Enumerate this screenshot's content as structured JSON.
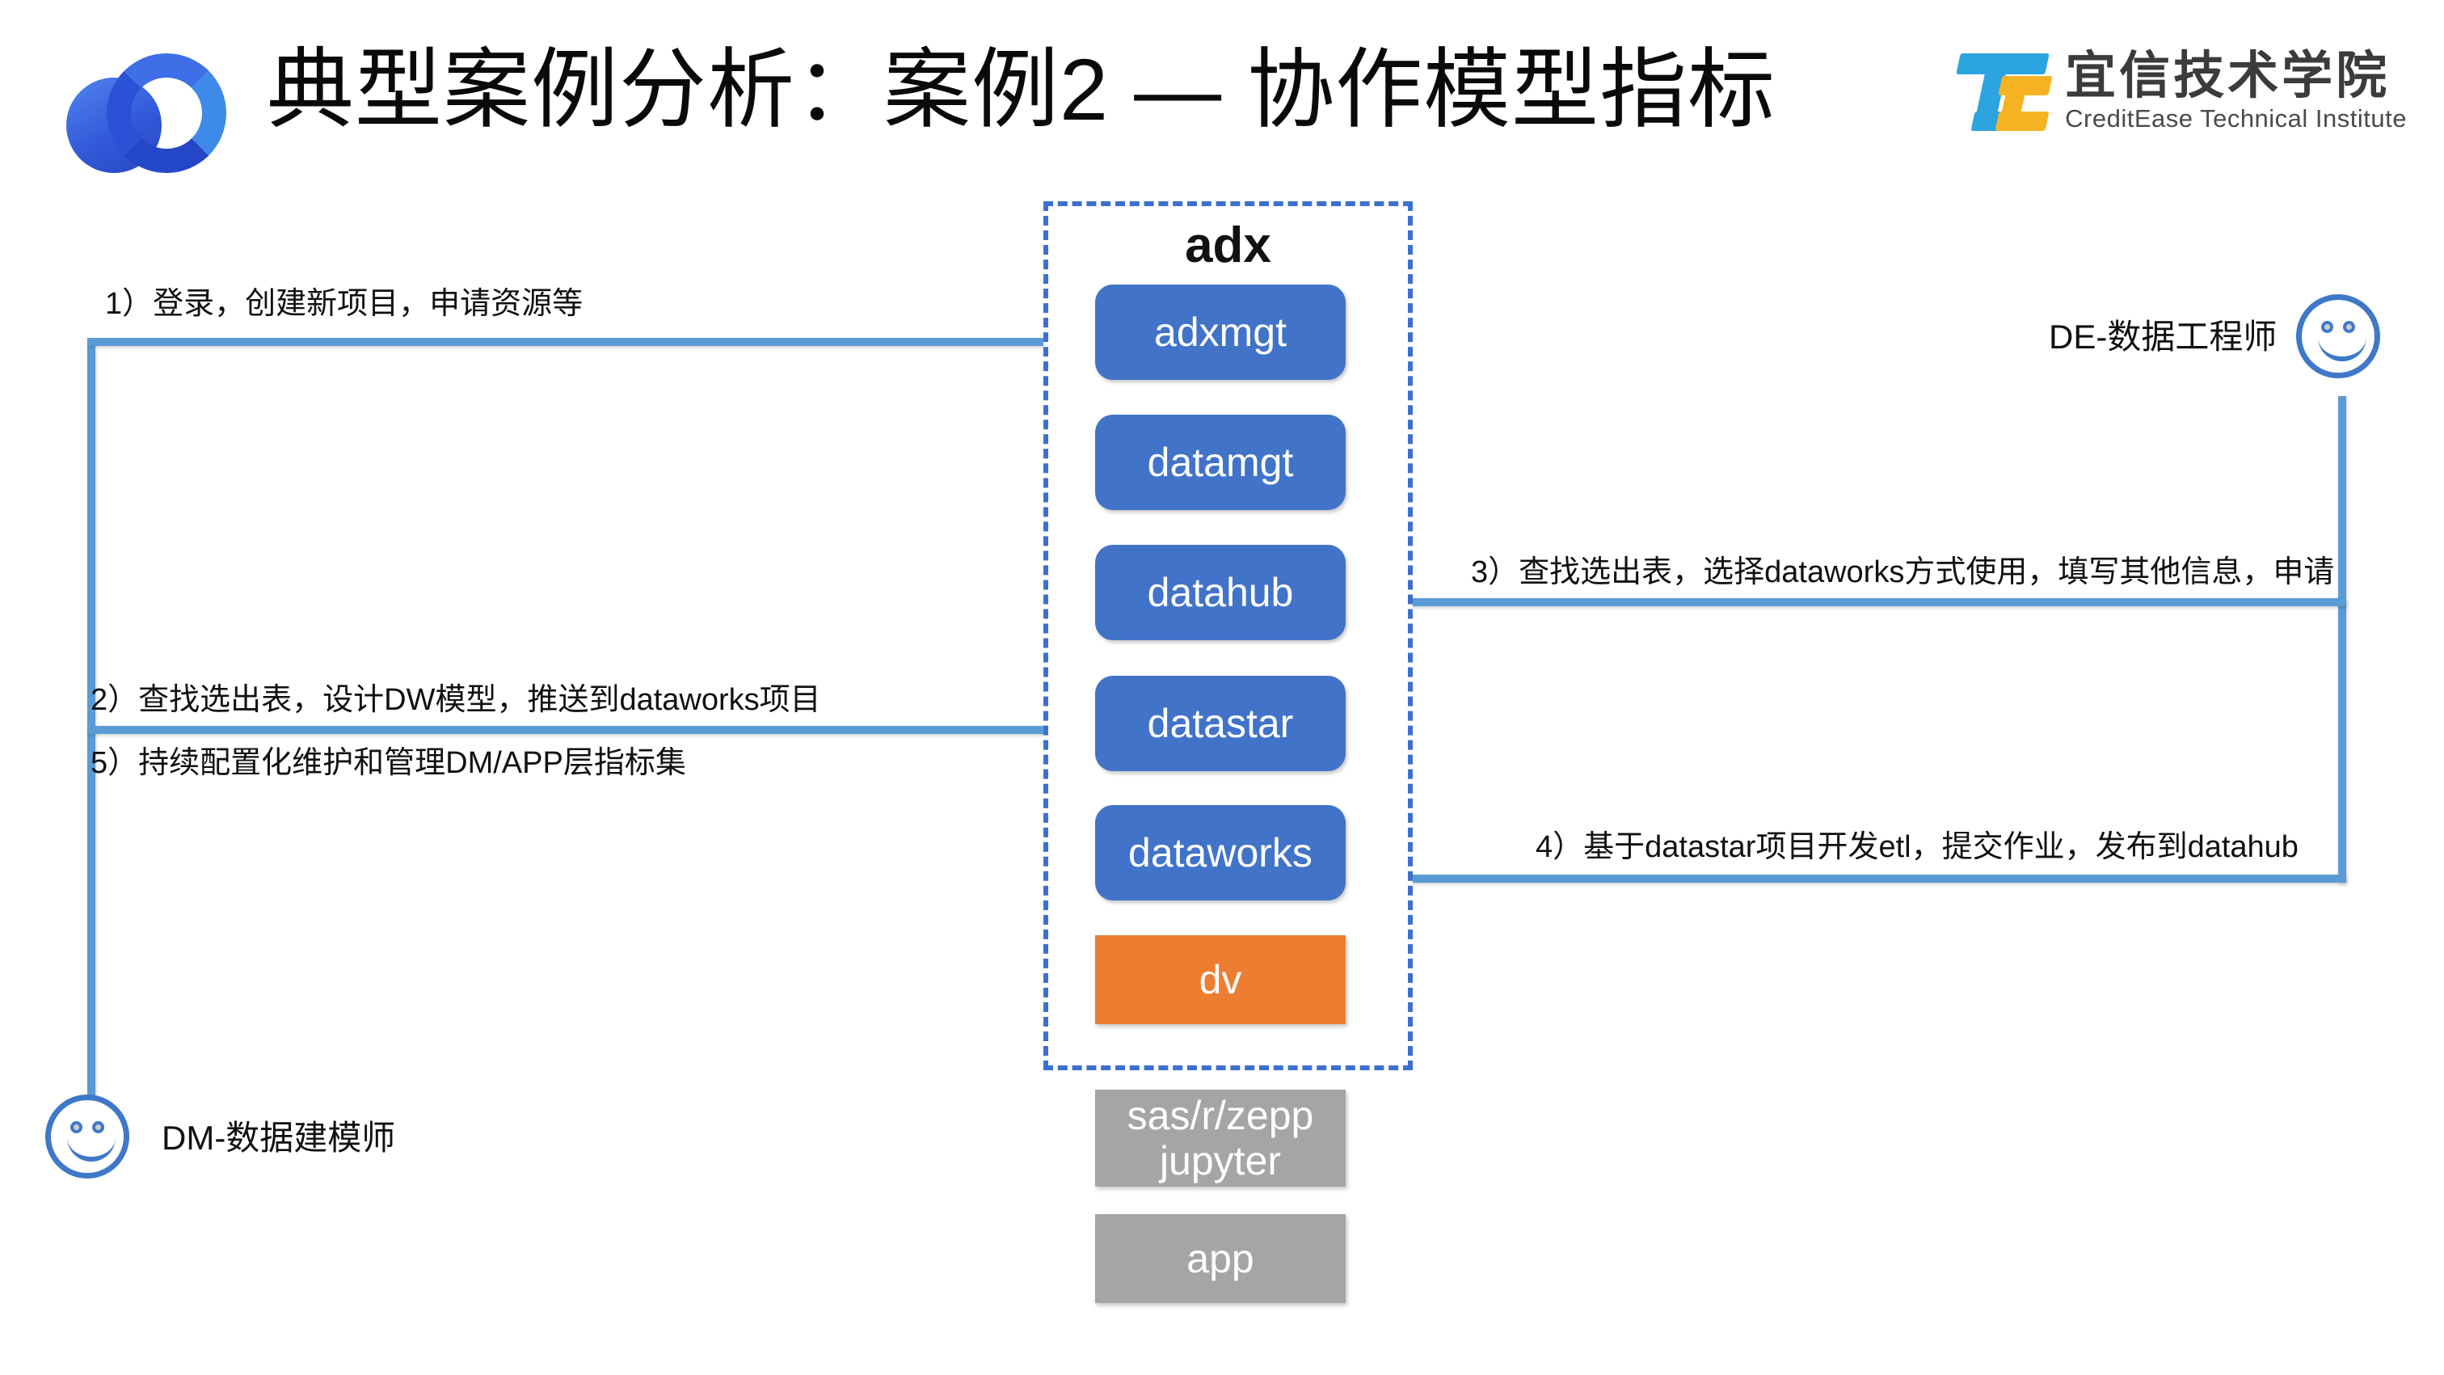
{
  "header": {
    "title": "典型案例分析：案例2 — 协作模型指标",
    "logo_left_icon": "two-overlapping-circles-logo",
    "brand": {
      "mark_icon": "tc-monogram-icon",
      "name_cn": "宜信技术学院",
      "name_en": "CreditEase Technical Institute"
    }
  },
  "diagram": {
    "container": {
      "title": "adx",
      "border_color": "#3d6fd0"
    },
    "nodes": [
      {
        "id": "adxmgt",
        "label": "adxmgt",
        "color": "#4173c8",
        "shape": "rounded",
        "inside_container": true
      },
      {
        "id": "datamgt",
        "label": "datamgt",
        "color": "#4173c8",
        "shape": "rounded",
        "inside_container": true
      },
      {
        "id": "datahub",
        "label": "datahub",
        "color": "#4173c8",
        "shape": "rounded",
        "inside_container": true
      },
      {
        "id": "datastar",
        "label": "datastar",
        "color": "#4173c8",
        "shape": "rounded",
        "inside_container": true
      },
      {
        "id": "dataworks",
        "label": "dataworks",
        "color": "#4173c8",
        "shape": "rounded",
        "inside_container": true
      },
      {
        "id": "dv",
        "label": "dv",
        "color": "#ed7d31",
        "shape": "rect",
        "inside_container": true
      },
      {
        "id": "sas",
        "label": "sas/r/zepp\njupyter",
        "color": "#a5a5a5",
        "shape": "rect",
        "inside_container": false
      },
      {
        "id": "app",
        "label": "app",
        "color": "#a5a5a5",
        "shape": "rect",
        "inside_container": false
      }
    ],
    "annotations": [
      {
        "id": "step1",
        "text": "1）登录，创建新项目，申请资源等",
        "from": "DM",
        "to": "adxmgt"
      },
      {
        "id": "step2",
        "text": "2）查找选出表，设计DW模型，推送到dataworks项目",
        "from": "DM",
        "to": "datastar"
      },
      {
        "id": "step3",
        "text": "3）查找选出表，选择dataworks方式使用，填写其他信息，申请",
        "from": "DE",
        "to": "datahub"
      },
      {
        "id": "step4",
        "text": "4）基于datastar项目开发etl，提交作业，发布到datahub",
        "from": "DE",
        "to": "dataworks"
      },
      {
        "id": "step5",
        "text": "5）持续配置化维护和管理DM/APP层指标集",
        "from": "DM",
        "to": "datastar"
      }
    ],
    "actors": [
      {
        "id": "de",
        "label": "DE-数据工程师",
        "icon": "smiley-face-icon",
        "color": "#3f78c8"
      },
      {
        "id": "dm",
        "label": "DM-数据建模师",
        "icon": "smiley-face-icon",
        "color": "#3f78c8"
      }
    ],
    "connector_color": "#5b9bd5"
  }
}
